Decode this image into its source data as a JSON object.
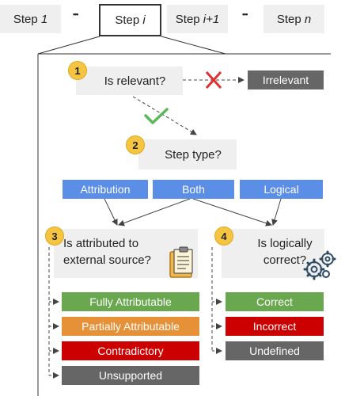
{
  "steps": {
    "step1": {
      "prefix": "Step ",
      "var": "1"
    },
    "stepi": {
      "prefix": "Step ",
      "var": "i"
    },
    "stepi1": {
      "prefix": "Step ",
      "var": "i+1"
    },
    "stepn": {
      "prefix": "Step ",
      "var": "n"
    },
    "ellipsis": "•••"
  },
  "nodes": {
    "relevance": {
      "number": "1",
      "question": "Is relevant?"
    },
    "irrelevant": "Irrelevant",
    "step_type": {
      "number": "2",
      "question": "Step type?"
    },
    "types": [
      "Attribution",
      "Both",
      "Logical"
    ],
    "attribution": {
      "number": "3",
      "line1": "Is attributed to",
      "line2": "external source?"
    },
    "logic": {
      "number": "4",
      "line1": "Is logically",
      "line2": "correct?"
    }
  },
  "attribution_labels": [
    {
      "text": "Fully Attributable",
      "color": "#6aa84f"
    },
    {
      "text": "Partially Attributable",
      "color": "#e69138"
    },
    {
      "text": "Contradictory",
      "color": "#cc0000"
    },
    {
      "text": "Unsupported",
      "color": "#666666"
    }
  ],
  "logic_labels": [
    {
      "text": "Correct",
      "color": "#6aa84f"
    },
    {
      "text": "Incorrect",
      "color": "#cc0000"
    },
    {
      "text": "Undefined",
      "color": "#666666"
    }
  ],
  "icons": {
    "cross": "red-cross-icon",
    "check": "green-check-icon",
    "clipboard": "clipboard-document-icon",
    "gears": "gears-icon"
  },
  "colors": {
    "accent_blue": "#5b8ee6",
    "badge": "#f5c542",
    "red": "#e03030",
    "green": "#5cb85c"
  }
}
